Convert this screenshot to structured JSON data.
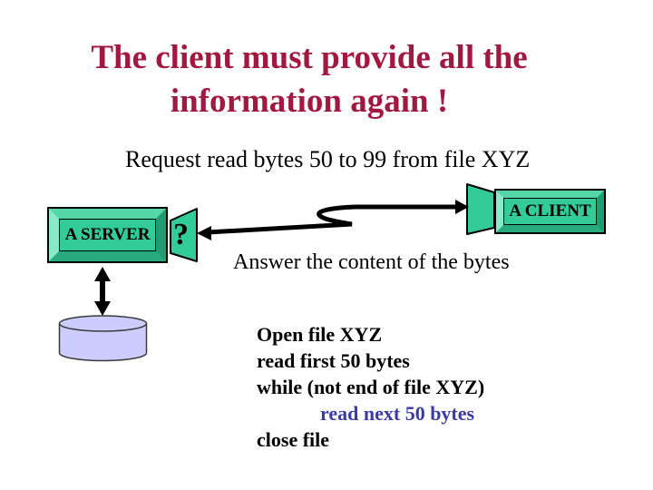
{
  "slide": {
    "title_line1": "The client must provide all the",
    "title_line2": "information again !",
    "request_caption": "Request read bytes 50 to 99 from file XYZ",
    "answer_caption": "Answer the content of the bytes"
  },
  "server": {
    "label": "A SERVER",
    "question_mark": "?"
  },
  "client": {
    "label": "A CLIENT"
  },
  "code": {
    "lines": [
      {
        "text": "Open file XYZ",
        "emphasis": "black"
      },
      {
        "text": "read first 50 bytes",
        "emphasis": "black"
      },
      {
        "text": "while (not end of file XYZ)",
        "emphasis": "black"
      },
      {
        "text": "read next 50 bytes",
        "emphasis": "blue-indented"
      },
      {
        "text": "close file",
        "emphasis": "black"
      }
    ]
  },
  "colors": {
    "title_red": "#A11840",
    "shape_teal": "#33CB98",
    "code_blue": "#3B3BA3",
    "cylinder_fill": "#CCCCFF",
    "arrow_black": "#000000"
  }
}
